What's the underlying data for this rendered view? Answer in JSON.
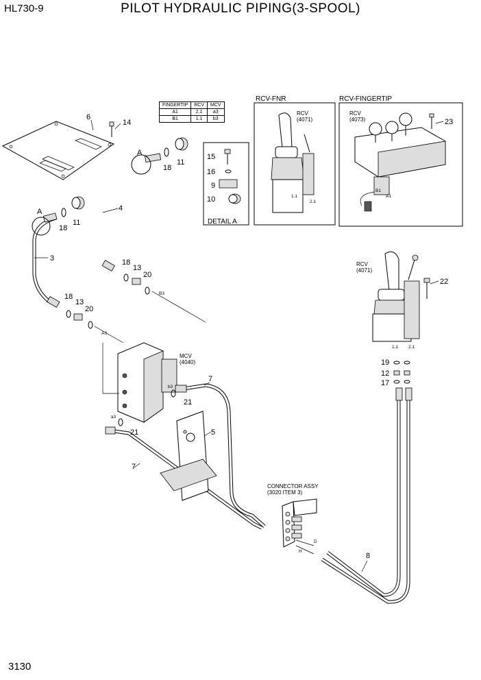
{
  "header": {
    "model": "HL730-9",
    "title": "PILOT HYDRAULIC PIPING(3-SPOOL)"
  },
  "footer": {
    "page_number": "3130"
  },
  "table": {
    "headers": [
      "FINGERTIP",
      "RCV",
      "MCV"
    ],
    "rows": [
      [
        "A1",
        "2.1",
        "a3"
      ],
      [
        "B1",
        "1.1",
        "b3"
      ]
    ]
  },
  "panels": {
    "fnr": {
      "title": "RCV-FNR",
      "label": "RCV\n(4071)",
      "port1": "1.1",
      "port2": "2.1"
    },
    "fingertip": {
      "title": "RCV-FINGERTIP",
      "label": "RCV\n(4073)",
      "port_b1": "B1",
      "port_a1": "A1"
    },
    "detail": {
      "title": "DETAIL A"
    }
  },
  "callouts": {
    "c6": "6",
    "c14": "14",
    "cA1": "A",
    "c18a": "18",
    "c11a": "11",
    "c4": "4",
    "cA2": "A",
    "c18b": "18",
    "c11b": "11",
    "c3": "3",
    "c18c": "18",
    "c13a": "13",
    "c20a": "20",
    "c18d": "18",
    "c13b": "13",
    "c20b": "20",
    "c15": "15",
    "c16": "16",
    "c9": "9",
    "c10": "10",
    "c22": "22",
    "c19": "19",
    "c12": "12",
    "c17": "17",
    "c23": "23",
    "c7a": "7",
    "c21a": "21",
    "c5": "5",
    "c21b": "21",
    "c7b": "7",
    "c8": "8"
  },
  "labels": {
    "rcv_main": "RCV\n(4071)",
    "mcv": "MCV\n(4040)",
    "connector": "CONNECTOR ASSY\n(3020 ITEM 3)",
    "port_B3": "B3",
    "port_A3": "A3",
    "port_b3": "b3",
    "port_a3": "a3",
    "port_D": "D",
    "port_H": "H",
    "rcv_p11": "1.1",
    "rcv_p21": "2.1"
  }
}
